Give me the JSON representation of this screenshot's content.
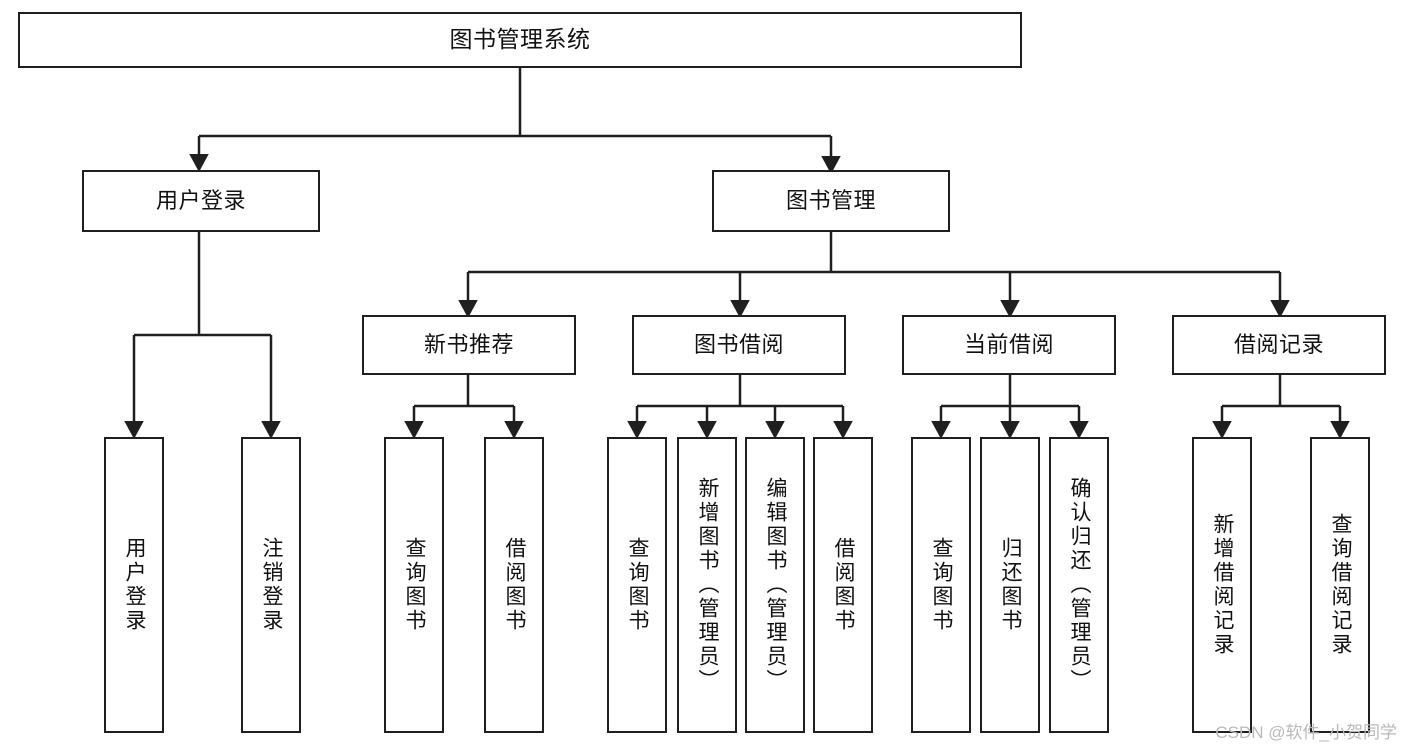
{
  "diagram": {
    "type": "tree-hierarchy-chart",
    "title": "图书管理系统",
    "line_color": "#1f1f1f",
    "box_fill": "#ffffff",
    "watermark": "CSDN @软件_小贺同学",
    "nodes": {
      "root": {
        "label": "图书管理系统"
      },
      "level1": [
        {
          "label": "用户登录"
        },
        {
          "label": "图书管理"
        }
      ],
      "level2": [
        {
          "label": "新书推荐"
        },
        {
          "label": "图书借阅"
        },
        {
          "label": "当前借阅"
        },
        {
          "label": "借阅记录"
        }
      ],
      "leaves_user_login": [
        {
          "label": "用户登录"
        },
        {
          "label": "注销登录"
        }
      ],
      "leaves_new_book": [
        {
          "label": "查询图书"
        },
        {
          "label": "借阅图书"
        }
      ],
      "leaves_book_borrow": [
        {
          "label": "查询图书"
        },
        {
          "label": "新增图书（管理员）"
        },
        {
          "label": "编辑图书（管理员）"
        },
        {
          "label": "借阅图书"
        }
      ],
      "leaves_current_borrow": [
        {
          "label": "查询图书"
        },
        {
          "label": "归还图书"
        },
        {
          "label": "确认归还（管理员）"
        }
      ],
      "leaves_borrow_record": [
        {
          "label": "新增借阅记录"
        },
        {
          "label": "查询借阅记录"
        }
      ]
    }
  }
}
